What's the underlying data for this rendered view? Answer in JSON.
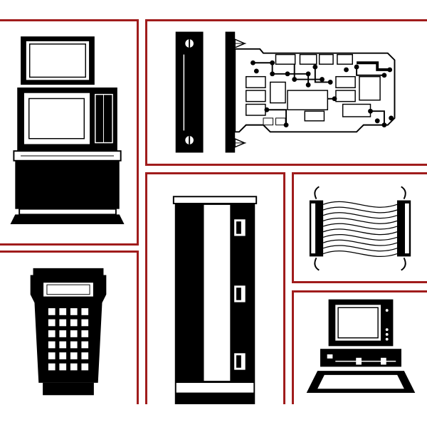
{
  "colors": {
    "frame": "#a01c1c",
    "ink": "#000000",
    "paper": "#ffffff"
  },
  "panels": [
    {
      "id": "workstation",
      "icon": "industrial-workstation-icon"
    },
    {
      "id": "circuit-board",
      "icon": "circuit-board-icon"
    },
    {
      "id": "rack-module",
      "icon": "rack-module-icon"
    },
    {
      "id": "ribbon-cable",
      "icon": "ribbon-cable-icon"
    },
    {
      "id": "handheld-terminal",
      "icon": "handheld-terminal-icon"
    },
    {
      "id": "desktop-computer",
      "icon": "desktop-computer-icon"
    }
  ]
}
